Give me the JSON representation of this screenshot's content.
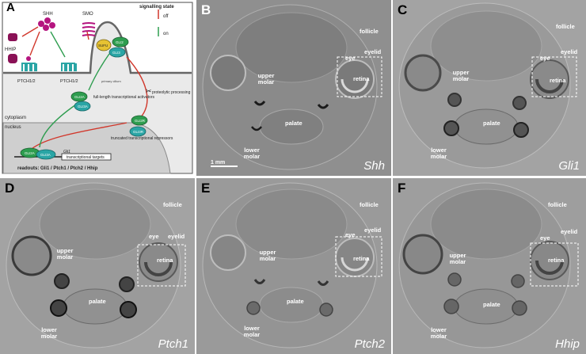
{
  "panels": [
    {
      "letter": "A"
    },
    {
      "letter": "B",
      "gene": "Shh",
      "scale": "1 mm"
    },
    {
      "letter": "C",
      "gene": "Gli1"
    },
    {
      "letter": "D",
      "gene": "Ptch1"
    },
    {
      "letter": "E",
      "gene": "Ptch2"
    },
    {
      "letter": "F",
      "gene": "Hhip"
    }
  ],
  "labels": {
    "follicle": "follicle",
    "eyelid": "eyelid",
    "eye": "eye",
    "retina": "retina",
    "upper_molar": "upper molar",
    "lower_molar": "lower molar",
    "palate": "palate"
  },
  "pathway": {
    "shh": "SHH",
    "smo": "SMO",
    "hhip": "HHIP",
    "ptch_left": "PTCH1/2",
    "ptch_mid": "PTCH1/2",
    "sufu": "SUFU",
    "gli2": "GLI2",
    "gli3": "GLI3",
    "cilium": "primary cilium",
    "signalling_state": "signalling state",
    "off": "off",
    "on": "on",
    "gli2a": "GLI2A",
    "gli3a": "GLI3A",
    "full_length": "full-length transcriptional activators",
    "proteolytic": "proteolytic processing",
    "gli2r": "GLI2R",
    "gli3r": "GLI3R",
    "truncated": "truncated transcriptional repressors",
    "cytoplasm": "cytoplasm",
    "nucleus": "nucleus",
    "gli1": "Gli1",
    "targets": "transcriptional targets",
    "readouts": "readouts: Gli1 / Ptch1 / Ptch2 / Hhip",
    "gli2a_n": "GLI2A",
    "gli3a_n": "GLI3A"
  },
  "colors": {
    "red": "#d1372b",
    "green": "#2e9d4f",
    "magenta": "#b5157f",
    "teal": "#2aa5a5",
    "gold": "#e6c233"
  }
}
